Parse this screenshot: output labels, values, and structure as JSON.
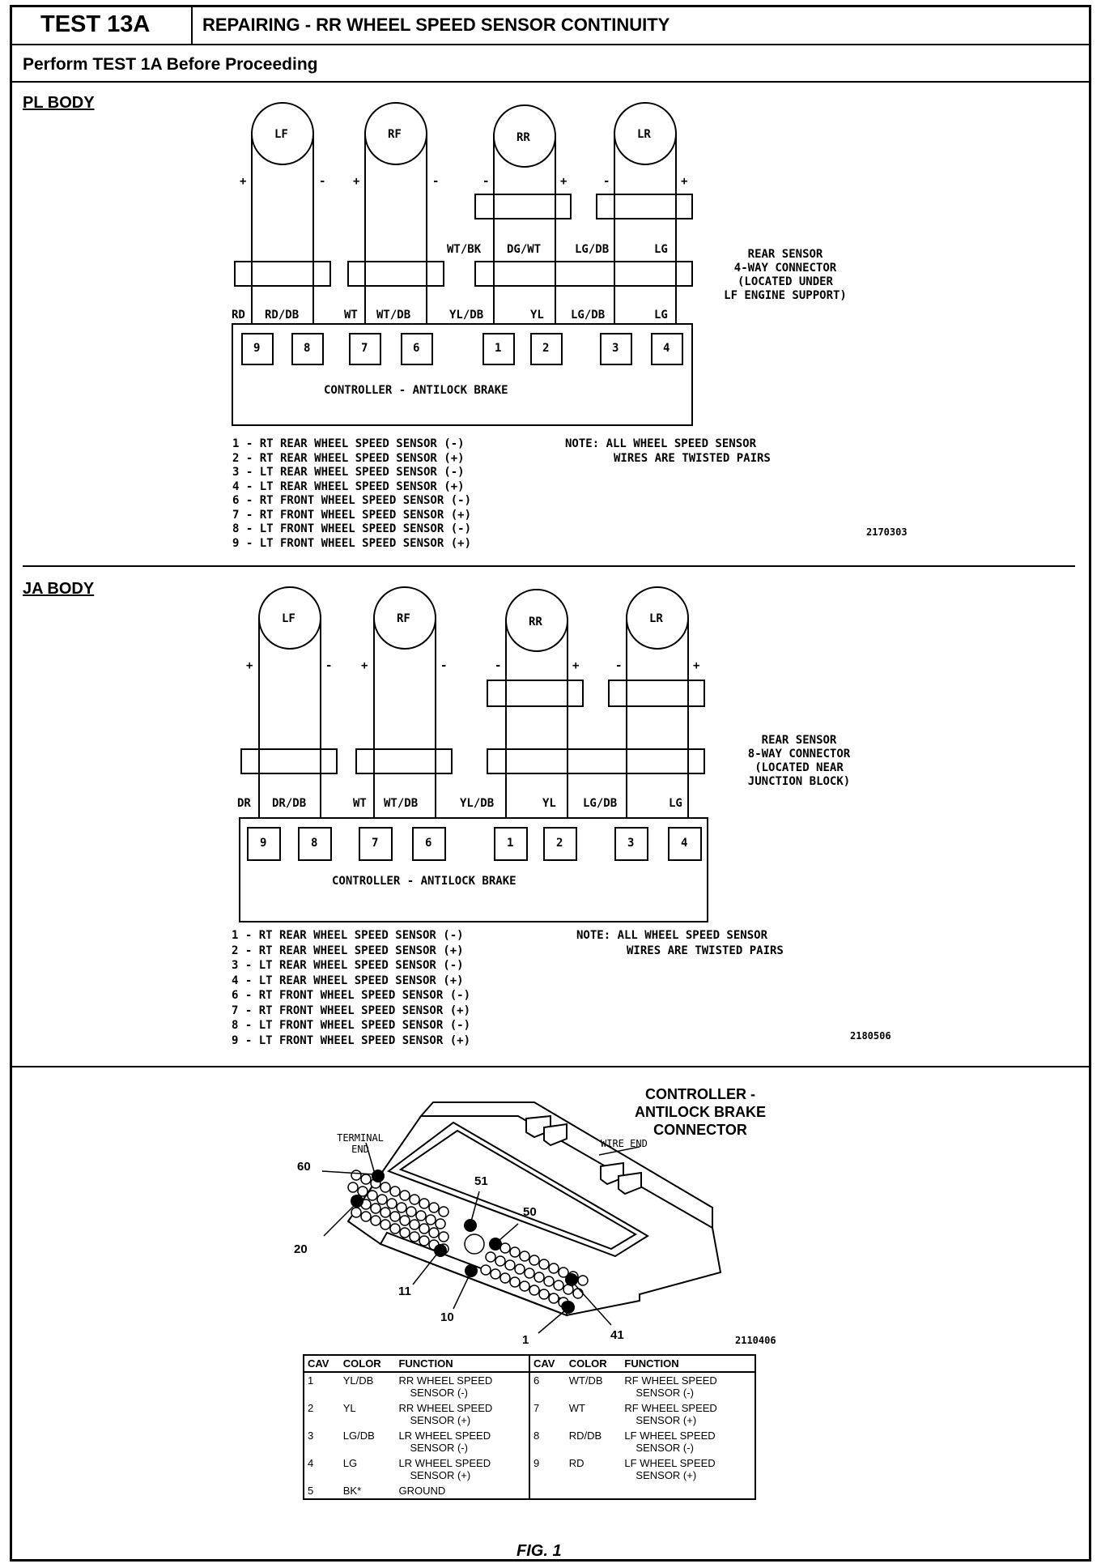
{
  "header": {
    "test_id": "TEST 13A",
    "title": "REPAIRING - RR WHEEL SPEED SENSOR CONTINUITY",
    "subtitle": "Perform TEST 1A Before Proceeding"
  },
  "pl": {
    "label": "PL BODY",
    "sensors": [
      "LF",
      "RF",
      "RR",
      "LR"
    ],
    "pol_lf": [
      "+",
      "-"
    ],
    "pol_rf": [
      "+",
      "-"
    ],
    "pol_rr": [
      "-",
      "+"
    ],
    "pol_lr": [
      "-",
      "+"
    ],
    "upper_wires": [
      "WT/BK",
      "DG/WT",
      "LG/DB",
      "LG"
    ],
    "lower_wires": [
      "RD",
      "RD/DB",
      "WT",
      "WT/DB",
      "YL/DB",
      "YL",
      "LG/DB",
      "LG"
    ],
    "pins": [
      "9",
      "8",
      "7",
      "6",
      "1",
      "2",
      "3",
      "4"
    ],
    "controller": "CONTROLLER - ANTILOCK BRAKE",
    "connector_note": [
      "REAR SENSOR",
      "4-WAY CONNECTOR",
      "(LOCATED UNDER",
      "LF ENGINE SUPPORT)"
    ],
    "legend": [
      "1 - RT REAR WHEEL SPEED SENSOR (-)",
      "2 - RT REAR WHEEL SPEED SENSOR (+)",
      "3 - LT REAR WHEEL SPEED SENSOR (-)",
      "4 - LT REAR WHEEL SPEED SENSOR (+)",
      "6 - RT FRONT WHEEL SPEED SENSOR (-)",
      "7 - RT FRONT WHEEL SPEED SENSOR (+)",
      "8 - LT FRONT WHEEL SPEED SENSOR (-)",
      "9 - LT FRONT WHEEL SPEED SENSOR (+)"
    ],
    "note": [
      "NOTE: ALL WHEEL SPEED SENSOR",
      "WIRES ARE TWISTED PAIRS"
    ],
    "figure_id": "2170303"
  },
  "ja": {
    "label": "JA BODY",
    "sensors": [
      "LF",
      "RF",
      "RR",
      "LR"
    ],
    "pol_lf": [
      "+",
      "-"
    ],
    "pol_rf": [
      "+",
      "-"
    ],
    "pol_rr": [
      "-",
      "+"
    ],
    "pol_lr": [
      "-",
      "+"
    ],
    "lower_wires": [
      "DR",
      "DR/DB",
      "WT",
      "WT/DB",
      "YL/DB",
      "YL",
      "LG/DB",
      "LG"
    ],
    "pins": [
      "9",
      "8",
      "7",
      "6",
      "1",
      "2",
      "3",
      "4"
    ],
    "controller": "CONTROLLER - ANTILOCK BRAKE",
    "connector_note": [
      "REAR SENSOR",
      "8-WAY CONNECTOR",
      "(LOCATED NEAR",
      "JUNCTION BLOCK)"
    ],
    "legend": [
      "1 - RT REAR WHEEL SPEED SENSOR (-)",
      "2 - RT REAR WHEEL SPEED SENSOR (+)",
      "3 - LT REAR WHEEL SPEED SENSOR (-)",
      "4 - LT REAR WHEEL SPEED SENSOR (+)",
      "6 - RT FRONT WHEEL SPEED SENSOR (-)",
      "7 - RT FRONT WHEEL SPEED SENSOR (+)",
      "8 - LT FRONT WHEEL SPEED SENSOR (-)",
      "9 - LT FRONT WHEEL SPEED SENSOR (+)"
    ],
    "note": [
      "NOTE: ALL WHEEL SPEED SENSOR",
      "WIRES ARE TWISTED PAIRS"
    ],
    "figure_id": "2180506"
  },
  "connector": {
    "title": [
      "CONTROLLER -",
      "ANTILOCK BRAKE",
      "CONNECTOR"
    ],
    "terminal_end": [
      "TERMINAL",
      "END"
    ],
    "wire_end": "WIRE END",
    "callouts": [
      "60",
      "51",
      "50",
      "20",
      "11",
      "10",
      "1",
      "41"
    ],
    "figure_id": "2110406"
  },
  "table": {
    "headers": [
      "CAV",
      "COLOR",
      "FUNCTION",
      "CAV",
      "COLOR",
      "FUNCTION"
    ],
    "left": [
      {
        "cav": "1",
        "color": "YL/DB",
        "func1": "RR WHEEL SPEED",
        "func2": "SENSOR (-)"
      },
      {
        "cav": "2",
        "color": "YL",
        "func1": "RR WHEEL SPEED",
        "func2": "SENSOR (+)"
      },
      {
        "cav": "3",
        "color": "LG/DB",
        "func1": "LR WHEEL SPEED",
        "func2": "SENSOR (-)"
      },
      {
        "cav": "4",
        "color": "LG",
        "func1": "LR WHEEL SPEED",
        "func2": "SENSOR (+)"
      },
      {
        "cav": "5",
        "color": "BK*",
        "func1": "GROUND",
        "func2": ""
      }
    ],
    "right": [
      {
        "cav": "6",
        "color": "WT/DB",
        "func1": "RF WHEEL SPEED",
        "func2": "SENSOR (-)"
      },
      {
        "cav": "7",
        "color": "WT",
        "func1": "RF WHEEL SPEED",
        "func2": "SENSOR (+)"
      },
      {
        "cav": "8",
        "color": "RD/DB",
        "func1": "LF WHEEL SPEED",
        "func2": "SENSOR (-)"
      },
      {
        "cav": "9",
        "color": "RD",
        "func1": "LF WHEEL SPEED",
        "func2": "SENSOR (+)"
      }
    ]
  },
  "fig_caption": "FIG. 1"
}
